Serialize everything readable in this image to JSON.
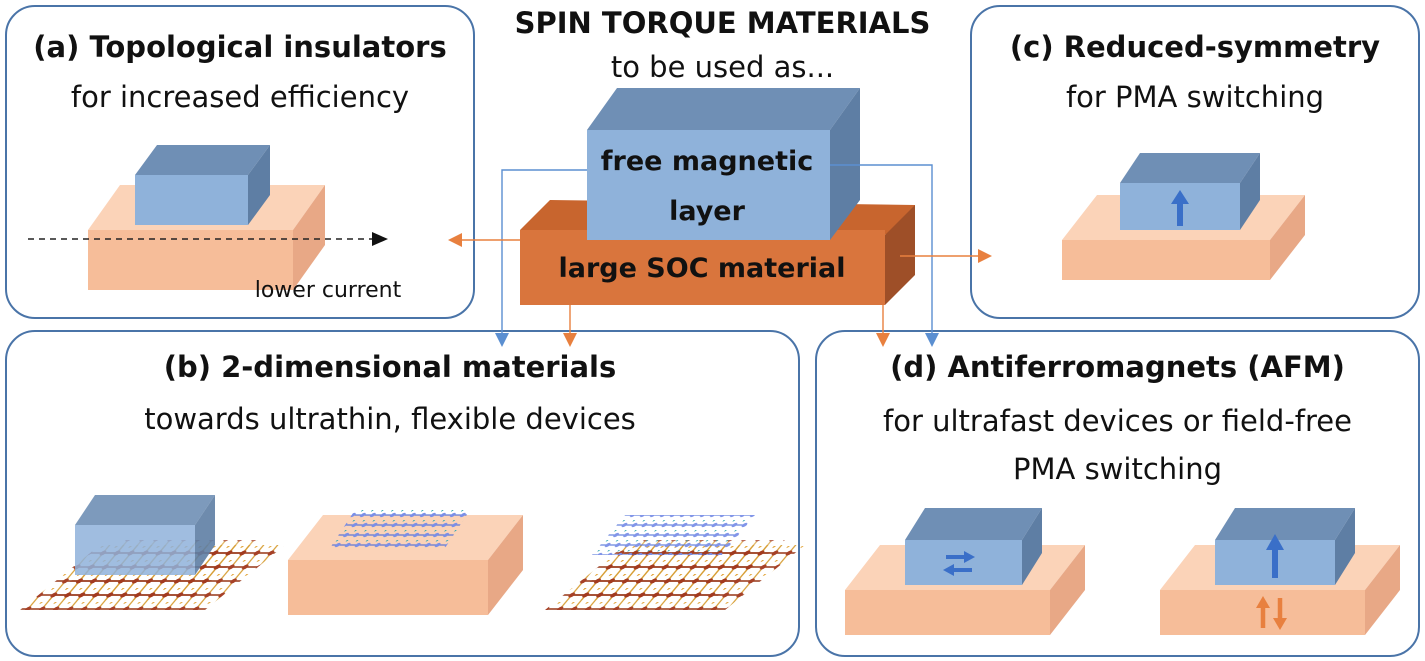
{
  "header": {
    "title": "SPIN TORQUE MATERIALS",
    "subtitle": "to be used as..."
  },
  "center_stack": {
    "top_layer_line1": "free magnetic",
    "top_layer_line2": "layer",
    "bottom_layer": "large SOC material"
  },
  "panel_a": {
    "title": "(a) Topological insulators",
    "subtitle": "for increased efficiency",
    "annotation": "lower current"
  },
  "panel_b": {
    "title": "(b) 2-dimensional materials",
    "subtitle": "towards ultrathin, flexible devices"
  },
  "panel_c": {
    "title": "(c) Reduced-symmetry",
    "subtitle": "for PMA switching"
  },
  "panel_d": {
    "title": "(d) Antiferromagnets (AFM)",
    "subtitle_line1": "for ultrafast devices or field-free",
    "subtitle_line2": "PMA switching"
  },
  "colors": {
    "panel_border": "#4a74a8",
    "magnet_front": "#8fb2da",
    "magnet_top": "#6f8fb5",
    "magnet_side": "#5e7ea4",
    "substrate_front": "#f6bd99",
    "substrate_top": "#fbd3b8",
    "substrate_side": "#e8a886",
    "soc_front": "#d9753d",
    "soc_top": "#c8652e",
    "soc_side": "#9e4f28",
    "arrow_blue": "#5b8fd1",
    "arrow_orange": "#e8803f",
    "spin_arrow": "#3a6fc8"
  }
}
